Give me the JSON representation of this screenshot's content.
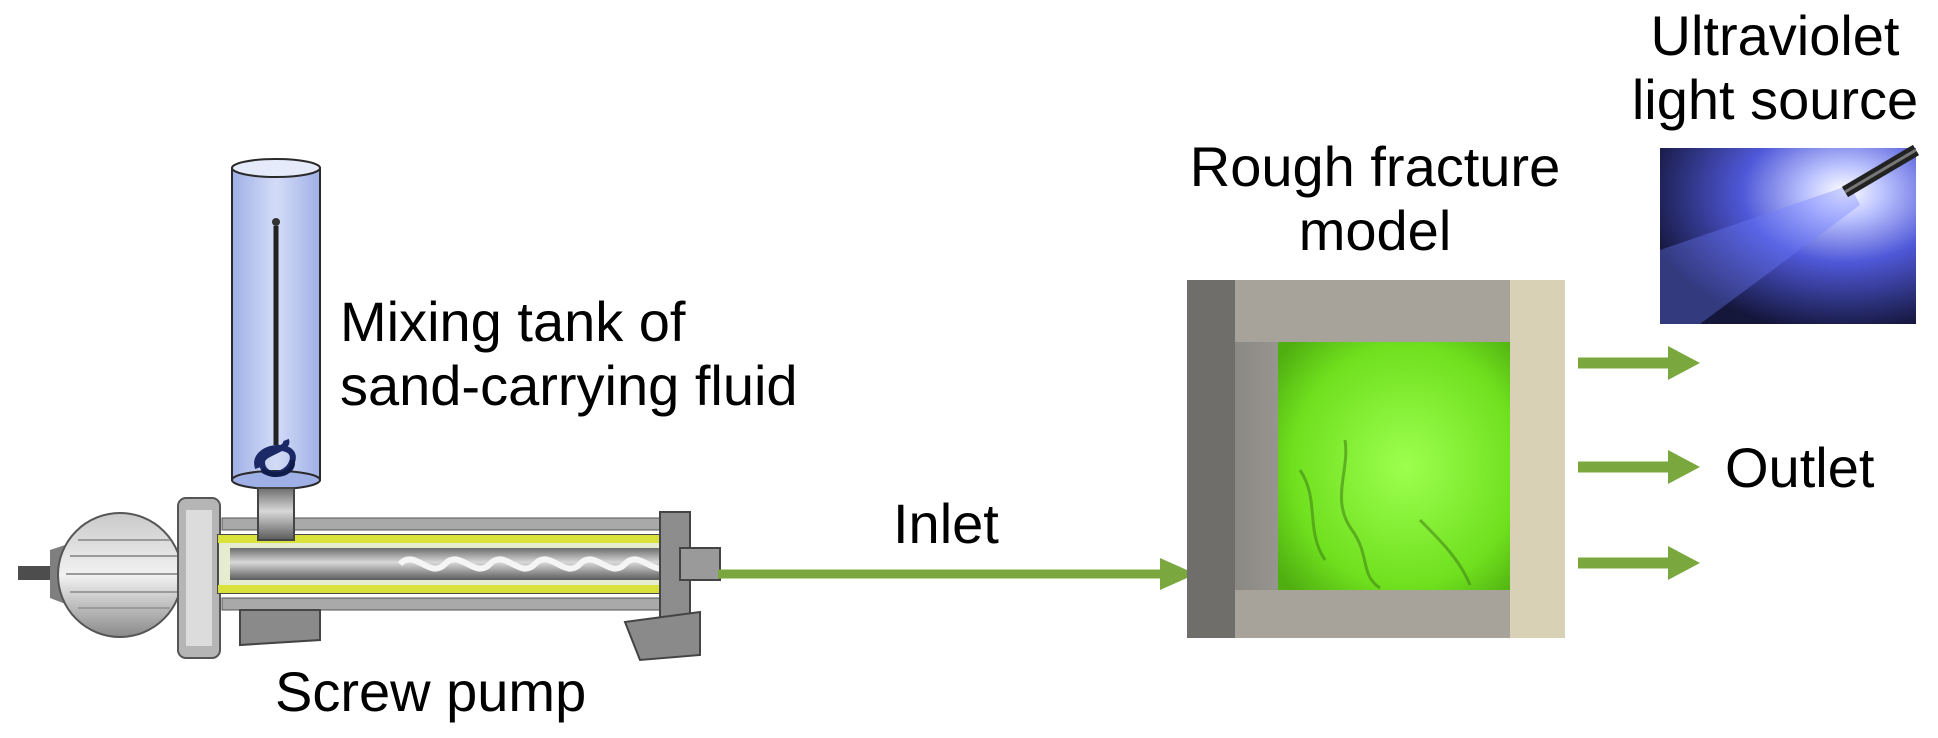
{
  "labels": {
    "mixing_tank": [
      "Mixing tank of",
      "sand-carrying fluid"
    ],
    "screw_pump": "Screw pump",
    "inlet": "Inlet",
    "fracture_model": [
      "Rough fracture",
      "model"
    ],
    "uv_source": [
      "Ultraviolet",
      "light source"
    ],
    "outlet": "Outlet"
  },
  "colors": {
    "arrow": "#7aa83f",
    "fluid_green": "#7cff2a",
    "tank_fill": "#b9c6ef",
    "uv_glow": "#6f7dff",
    "pump_yellow": "#d8e23a",
    "pump_grey": "#8c8c8c"
  }
}
